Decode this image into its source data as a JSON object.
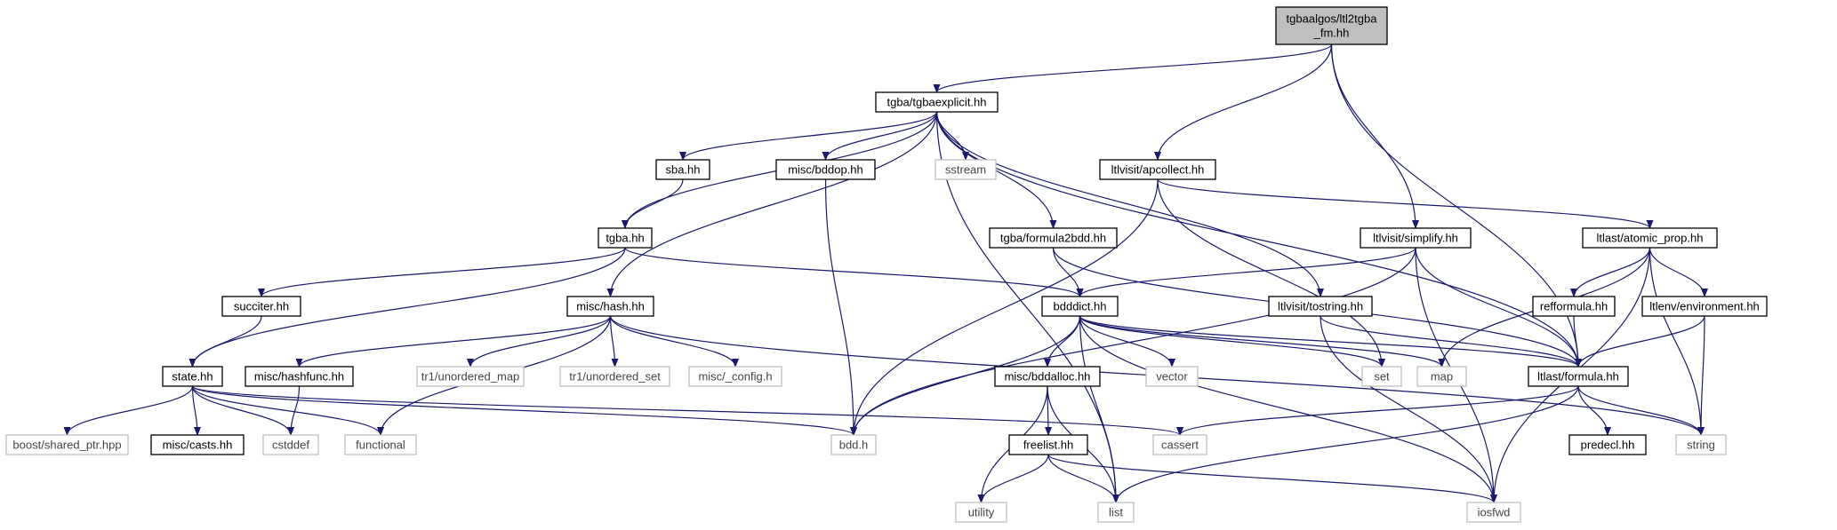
{
  "colors": {
    "edge": "#191970",
    "node_border": "#000000",
    "system_border": "#bfbfbf",
    "root_fill": "#bfbfbf",
    "node_fill": "#ffffff",
    "text": "#000000",
    "system_text": "#444444"
  },
  "nodes": [
    {
      "id": "root",
      "label": "tgbaalgos/ltl2tgba\n_fm.hh",
      "kind": "root"
    },
    {
      "id": "tgbaexplicit",
      "label": "tgba/tgbaexplicit.hh",
      "kind": "normal"
    },
    {
      "id": "sba",
      "label": "sba.hh",
      "kind": "normal"
    },
    {
      "id": "bddop",
      "label": "misc/bddop.hh",
      "kind": "normal"
    },
    {
      "id": "sstream",
      "label": "sstream",
      "kind": "system"
    },
    {
      "id": "apcollect",
      "label": "ltlvisit/apcollect.hh",
      "kind": "normal"
    },
    {
      "id": "tgba",
      "label": "tgba.hh",
      "kind": "normal"
    },
    {
      "id": "formula2bdd",
      "label": "tgba/formula2bdd.hh",
      "kind": "normal"
    },
    {
      "id": "simplify",
      "label": "ltlvisit/simplify.hh",
      "kind": "normal"
    },
    {
      "id": "atomicprop",
      "label": "ltlast/atomic_prop.hh",
      "kind": "normal"
    },
    {
      "id": "succiter",
      "label": "succiter.hh",
      "kind": "normal"
    },
    {
      "id": "hash",
      "label": "misc/hash.hh",
      "kind": "normal"
    },
    {
      "id": "bdddict",
      "label": "bdddict.hh",
      "kind": "normal"
    },
    {
      "id": "tostring",
      "label": "ltlvisit/tostring.hh",
      "kind": "normal"
    },
    {
      "id": "refformula",
      "label": "refformula.hh",
      "kind": "normal"
    },
    {
      "id": "environment",
      "label": "ltlenv/environment.hh",
      "kind": "normal"
    },
    {
      "id": "state",
      "label": "state.hh",
      "kind": "normal"
    },
    {
      "id": "hashfunc",
      "label": "misc/hashfunc.hh",
      "kind": "normal"
    },
    {
      "id": "unordered_map",
      "label": "tr1/unordered_map",
      "kind": "system"
    },
    {
      "id": "unordered_set",
      "label": "tr1/unordered_set",
      "kind": "system"
    },
    {
      "id": "config",
      "label": "misc/_config.h",
      "kind": "system"
    },
    {
      "id": "bddalloc",
      "label": "misc/bddalloc.hh",
      "kind": "normal"
    },
    {
      "id": "vector",
      "label": "vector",
      "kind": "system"
    },
    {
      "id": "set",
      "label": "set",
      "kind": "system"
    },
    {
      "id": "map",
      "label": "map",
      "kind": "system"
    },
    {
      "id": "formula",
      "label": "ltlast/formula.hh",
      "kind": "normal"
    },
    {
      "id": "sharedptr",
      "label": "boost/shared_ptr.hpp",
      "kind": "system"
    },
    {
      "id": "casts",
      "label": "misc/casts.hh",
      "kind": "normal"
    },
    {
      "id": "cstddef",
      "label": "cstddef",
      "kind": "system"
    },
    {
      "id": "functional",
      "label": "functional",
      "kind": "system"
    },
    {
      "id": "bddh",
      "label": "bdd.h",
      "kind": "system"
    },
    {
      "id": "freelist",
      "label": "freelist.hh",
      "kind": "normal"
    },
    {
      "id": "cassert",
      "label": "cassert",
      "kind": "system"
    },
    {
      "id": "predecl",
      "label": "predecl.hh",
      "kind": "normal"
    },
    {
      "id": "string",
      "label": "string",
      "kind": "system"
    },
    {
      "id": "utility",
      "label": "utility",
      "kind": "system"
    },
    {
      "id": "list",
      "label": "list",
      "kind": "system"
    },
    {
      "id": "iosfwd",
      "label": "iosfwd",
      "kind": "system"
    }
  ],
  "edges": [
    [
      "root",
      "tgbaexplicit"
    ],
    [
      "root",
      "apcollect"
    ],
    [
      "root",
      "simplify"
    ],
    [
      "root",
      "formula"
    ],
    [
      "tgbaexplicit",
      "tgba"
    ],
    [
      "tgbaexplicit",
      "sba"
    ],
    [
      "tgbaexplicit",
      "bddop"
    ],
    [
      "tgbaexplicit",
      "sstream"
    ],
    [
      "tgbaexplicit",
      "formula2bdd"
    ],
    [
      "tgbaexplicit",
      "hash"
    ],
    [
      "tgbaexplicit",
      "tostring"
    ],
    [
      "tgbaexplicit",
      "formula"
    ],
    [
      "tgbaexplicit",
      "list"
    ],
    [
      "sba",
      "tgba"
    ],
    [
      "bddop",
      "bddh"
    ],
    [
      "apcollect",
      "atomicprop"
    ],
    [
      "apcollect",
      "bddh"
    ],
    [
      "apcollect",
      "set"
    ],
    [
      "tgba",
      "succiter"
    ],
    [
      "tgba",
      "state"
    ],
    [
      "tgba",
      "bdddict"
    ],
    [
      "formula2bdd",
      "bdddict"
    ],
    [
      "formula2bdd",
      "formula"
    ],
    [
      "simplify",
      "bdddict"
    ],
    [
      "simplify",
      "formula"
    ],
    [
      "simplify",
      "bddh"
    ],
    [
      "simplify",
      "iosfwd"
    ],
    [
      "atomicprop",
      "refformula"
    ],
    [
      "atomicprop",
      "environment"
    ],
    [
      "atomicprop",
      "string"
    ],
    [
      "atomicprop",
      "iosfwd"
    ],
    [
      "atomicprop",
      "map"
    ],
    [
      "succiter",
      "state"
    ],
    [
      "hash",
      "hashfunc"
    ],
    [
      "hash",
      "unordered_map"
    ],
    [
      "hash",
      "unordered_set"
    ],
    [
      "hash",
      "config"
    ],
    [
      "hash",
      "functional"
    ],
    [
      "hash",
      "string"
    ],
    [
      "bdddict",
      "bddalloc"
    ],
    [
      "bdddict",
      "vector"
    ],
    [
      "bdddict",
      "set"
    ],
    [
      "bdddict",
      "map"
    ],
    [
      "bdddict",
      "formula"
    ],
    [
      "bdddict",
      "bddh"
    ],
    [
      "bdddict",
      "list"
    ],
    [
      "bdddict",
      "iosfwd"
    ],
    [
      "tostring",
      "formula"
    ],
    [
      "tostring",
      "iosfwd"
    ],
    [
      "refformula",
      "formula"
    ],
    [
      "environment",
      "formula"
    ],
    [
      "environment",
      "string"
    ],
    [
      "state",
      "sharedptr"
    ],
    [
      "state",
      "casts"
    ],
    [
      "state",
      "cstddef"
    ],
    [
      "state",
      "functional"
    ],
    [
      "state",
      "bddh"
    ],
    [
      "state",
      "cassert"
    ],
    [
      "hashfunc",
      "cstddef"
    ],
    [
      "bddalloc",
      "freelist"
    ],
    [
      "bddalloc",
      "list"
    ],
    [
      "bddalloc",
      "utility"
    ],
    [
      "formula",
      "cassert"
    ],
    [
      "formula",
      "predecl"
    ],
    [
      "formula",
      "string"
    ],
    [
      "formula",
      "list"
    ],
    [
      "freelist",
      "list"
    ],
    [
      "freelist",
      "utility"
    ],
    [
      "freelist",
      "iosfwd"
    ]
  ]
}
